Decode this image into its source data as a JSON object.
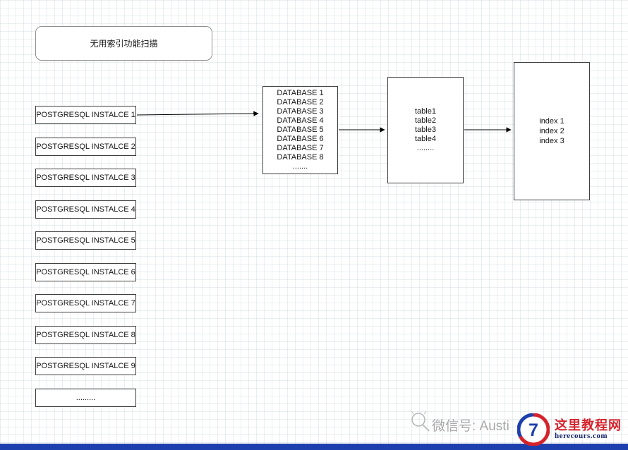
{
  "title_box": {
    "label": "无用索引功能扫描"
  },
  "instances": [
    "POSTGRESQL INSTALCE 1",
    "POSTGRESQL INSTALCE 2",
    "POSTGRESQL INSTALCE 3",
    "POSTGRESQL INSTALCE 4",
    "POSTGRESQL INSTALCE 5",
    "POSTGRESQL INSTALCE 6",
    "POSTGRESQL INSTALCE 7",
    "POSTGRESQL INSTALCE 8",
    "POSTGRESQL INSTALCE 9",
    "........."
  ],
  "database_box": {
    "lines": [
      "DATABASE 1",
      "DATABASE 2",
      "DATABASE 3",
      "DATABASE 4",
      "DATABASE 5",
      "DATABASE 6",
      "DATABASE 7",
      "DATABASE 8",
      "......."
    ]
  },
  "table_box": {
    "lines": [
      "table1",
      "table2",
      "table3",
      "table4",
      "........"
    ]
  },
  "index_box": {
    "lines": [
      "index 1",
      "index 2",
      "index 3"
    ]
  },
  "watermark": {
    "text": "微信号: Austi"
  },
  "logo": {
    "monogram": "7",
    "site_name": "这里教程网",
    "site_url": "herecours.com"
  },
  "colors": {
    "accent_red": "#d5232b",
    "accent_blue": "#1d3fae",
    "watermark_grey": "#a9a9a9"
  }
}
